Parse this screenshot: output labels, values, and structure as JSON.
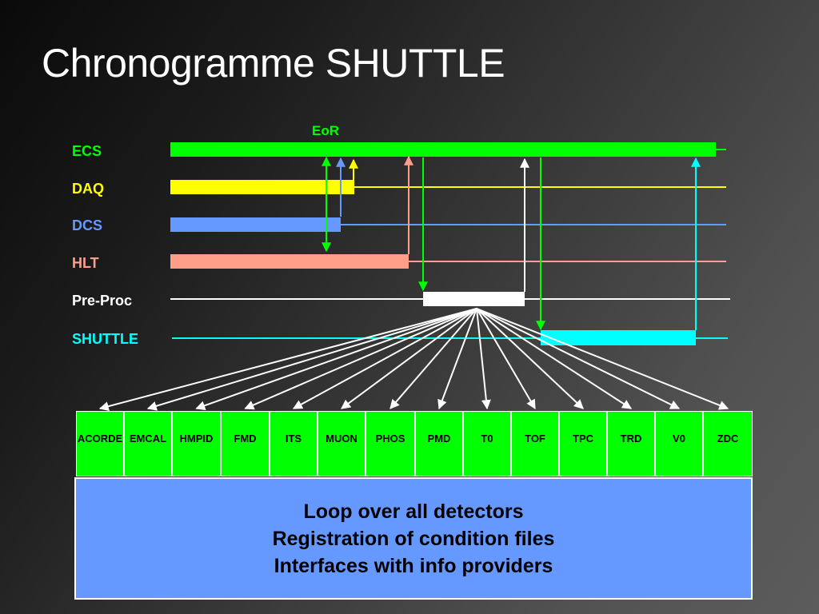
{
  "title": "Chronogramme SHUTTLE",
  "marker": {
    "label": "EoR",
    "color": "#00ff00"
  },
  "rows": [
    {
      "label": "ECS",
      "color": "#00ff00"
    },
    {
      "label": "DAQ",
      "color": "#ffff00"
    },
    {
      "label": "DCS",
      "color": "#6699ff"
    },
    {
      "label": "HLT",
      "color": "#ff9f8a"
    },
    {
      "label": "Pre-Proc",
      "color": "#ffffff"
    },
    {
      "label": "SHUTTLE",
      "color": "#00ffff"
    }
  ],
  "detectors": [
    "ACORDE",
    "EMCAL",
    "HMPID",
    "FMD",
    "ITS",
    "MUON",
    "PHOS",
    "PMD",
    "T0",
    "TOF",
    "TPC",
    "TRD",
    "V0",
    "ZDC"
  ],
  "detector_color": "#00ff00",
  "info_box": {
    "color": "#6699ff",
    "lines": [
      "Loop over all detectors",
      "Registration of condition files",
      "Interfaces with info providers"
    ]
  }
}
